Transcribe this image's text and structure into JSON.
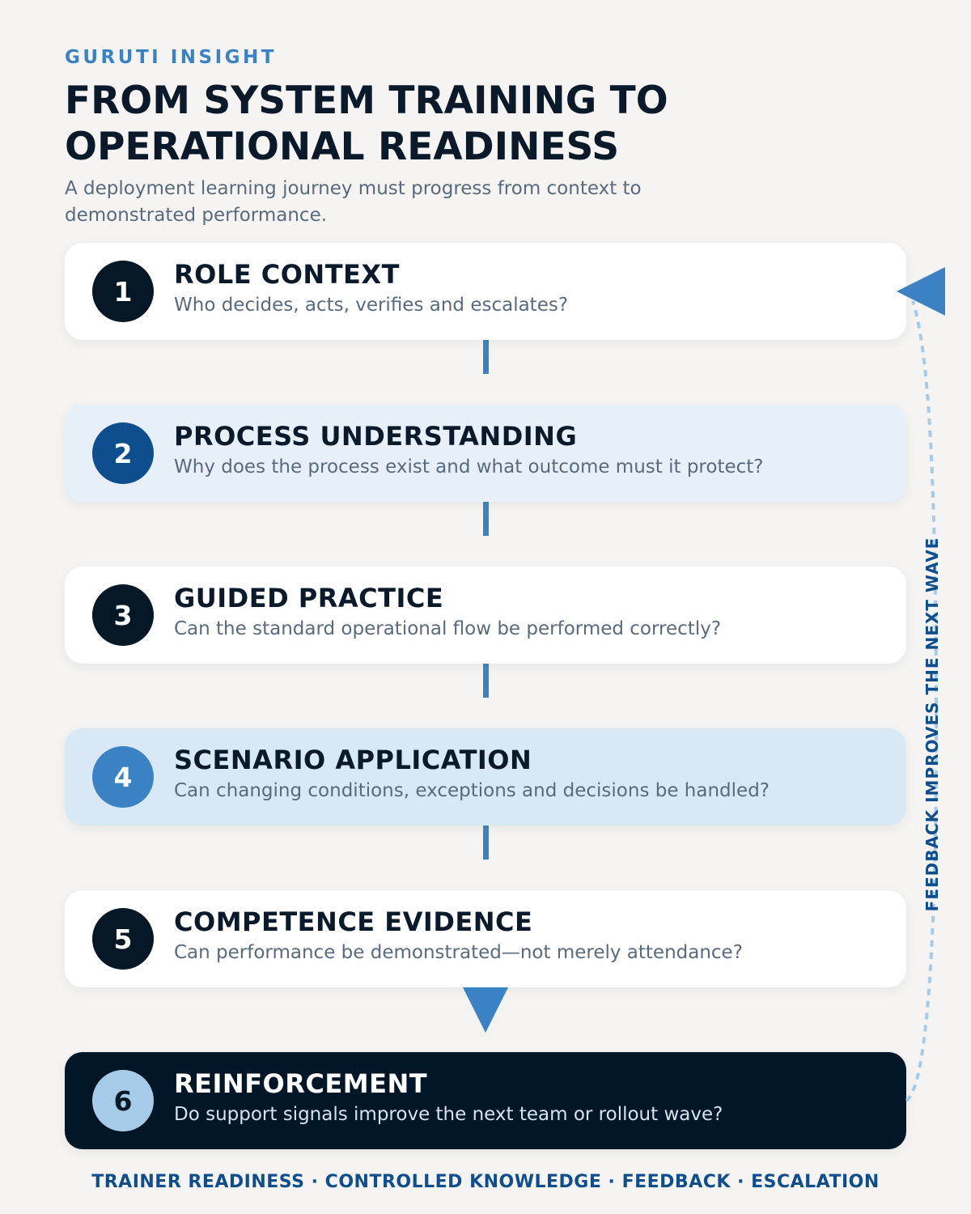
{
  "header": {
    "eyebrow": "GURUTI INSIGHT",
    "title": "FROM SYSTEM TRAINING TO OPERATIONAL READINESS",
    "subtitle": "A deployment learning journey must progress from context to demonstrated performance."
  },
  "steps": [
    {
      "number": "1",
      "title": "ROLE CONTEXT",
      "question": "Who decides, acts, verifies and escalates?"
    },
    {
      "number": "2",
      "title": "PROCESS UNDERSTANDING",
      "question": "Why does the process exist and what outcome must it protect?"
    },
    {
      "number": "3",
      "title": "GUIDED PRACTICE",
      "question": "Can the standard operational flow be performed correctly?"
    },
    {
      "number": "4",
      "title": "SCENARIO APPLICATION",
      "question": "Can changing conditions, exceptions and decisions be handled?"
    },
    {
      "number": "5",
      "title": "COMPETENCE EVIDENCE",
      "question": "Can performance be demonstrated—not merely attendance?"
    },
    {
      "number": "6",
      "title": "REINFORCEMENT",
      "question": "Do support signals improve the next team or rollout wave?"
    }
  ],
  "feedback_loop": {
    "label": "FEEDBACK IMPROVES THE NEXT WAVE"
  },
  "footer": {
    "text": "TRAINER READINESS · CONTROLLED KNOWLEDGE · FEEDBACK · ESCALATION"
  },
  "colors": {
    "accent": "#3a82c4",
    "navy": "#061826",
    "dark_card": "#011627",
    "brand_blue": "#0e4e8f",
    "light_blue": "#a6cbe9"
  }
}
